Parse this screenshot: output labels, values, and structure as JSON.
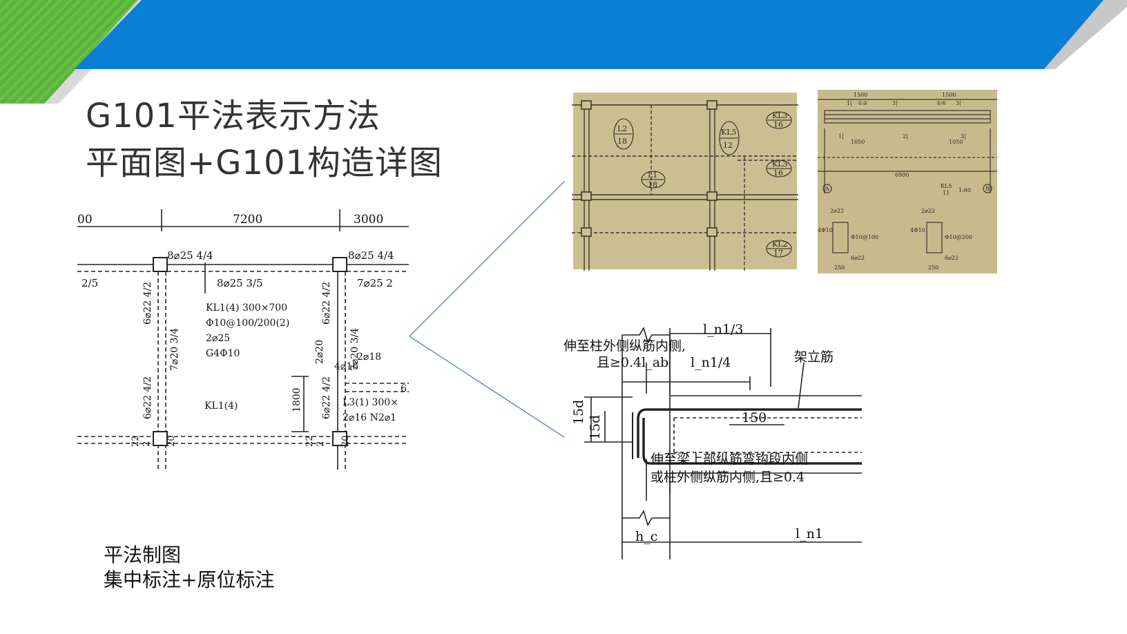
{
  "slide": {
    "title_line1": "G101平法表示方法",
    "title_line2": "平面图+G101构造详图",
    "caption_line1": "平法制图",
    "caption_line2": "集中标注+原位标注"
  },
  "colors": {
    "header_blue": "#0A7FD6",
    "accent_green": "#5BB43A",
    "accent_gray": "#BFBFBF",
    "arrow_blue": "#5B8FD0",
    "photo_paper": "#CDBE92"
  },
  "plan_drawing": {
    "dim_left": "00",
    "dim_span": "7200",
    "dim_right": "3000",
    "top_rebar_left": "8⌀25 4/4",
    "top_rebar_right": "8⌀25 4/4",
    "left_edge_label": "2/5",
    "mid_rebar": "8⌀25 3/5",
    "right_rebar": "7⌀25 2",
    "centralized_note_1": "KL1(4) 300×700",
    "centralized_note_2": "Φ10@100/200(2)",
    "centralized_note_3": "2⌀25",
    "centralized_note_4": "G4Φ10",
    "col_left_upper": "6⌀22 4/2",
    "col_left_mid": "7⌀20 3/4",
    "col_left_lower": "6⌀22 4/2",
    "col_right_upper": "6⌀22 4/2",
    "col_right_mid": "7⌀20 3/4",
    "col_right_lower": "6⌀22 4/2",
    "col_right_small": "2⌀20",
    "right_4_16": "4⌀16",
    "right_2_18": "2⌀18",
    "beam_kl1": "KL1(4)",
    "dim_1800": "1800",
    "l3_note_1": "L3(1) 300×",
    "l3_note_2": "2⌀16 N2⌀1",
    "l3_edge": "6",
    "bottom_22_left": "22",
    "bottom_2_left": "2",
    "bottom_20_left": "20",
    "bottom_22_right": "22",
    "bottom_2_right": "2",
    "bottom_20_right": "20"
  },
  "photo_plan": {
    "tags": [
      {
        "top": "L2",
        "bottom": "18"
      },
      {
        "top": "KL5",
        "bottom": "12"
      },
      {
        "top": "KL3",
        "bottom": "16"
      },
      {
        "top": "L1",
        "bottom": "18"
      },
      {
        "top": "KL3",
        "bottom": "16"
      },
      {
        "top": "KL2",
        "bottom": "17"
      }
    ]
  },
  "photo_detail": {
    "dim_top_1": "1500",
    "dim_top_2": "1500",
    "mark_1a": "1|",
    "mark_1b": "①②",
    "mark_1c": "3|",
    "mark_2a": "①④",
    "mark_2b": "3|",
    "dim_1050_left": "1050",
    "dim_1050_right": "1050",
    "dim_6900": "6900",
    "axis_a": "A",
    "axis_b": "B",
    "beam_tag_top": "KL5",
    "beam_tag_bottom": "11",
    "scale_note": "1:60",
    "section_label_1": "1|",
    "section_label_2": "2|",
    "section_label_3": "3|",
    "sec_rebar_1": "2⌀22",
    "sec_rebar_2": "2⌀22",
    "sec_stirrup_1": "Φ10@100",
    "sec_stirrup_2": "Φ10@200",
    "sec_bottom_1": "6⌀22",
    "sec_bottom_2": "6⌀22",
    "sec_4410_1": "4Φ10",
    "sec_4410_2": "4Φ10",
    "sec_250_1": "250",
    "sec_250_2": "250"
  },
  "detail_drawing": {
    "ln1_3": "l_n1/3",
    "ln1_4": "l_n1/4",
    "note_extend_1": "伸至柱外侧纵筋内侧,",
    "note_extend_2": "且≥0.4l_ab",
    "erect_bar": "架立筋",
    "d15_a": "15d",
    "d15_b": "15d",
    "dim_150": "150",
    "note_hook_1": "伸至梁上部纵筋弯钩段内侧",
    "note_hook_2": "或柱外侧纵筋内侧,且≥0.4",
    "hc": "h_c",
    "ln1": "l_n1"
  }
}
